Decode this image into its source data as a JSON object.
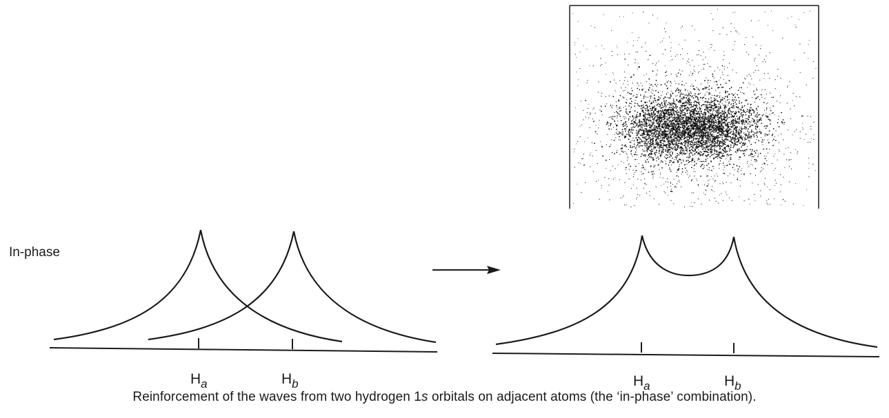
{
  "phase_label": "In-phase",
  "left_panel": {
    "atom_a": {
      "symbol": "H",
      "subscript": "a"
    },
    "atom_b": {
      "symbol": "H",
      "subscript": "b"
    }
  },
  "right_panel": {
    "atom_a": {
      "symbol": "H",
      "subscript": "a"
    },
    "atom_b": {
      "symbol": "H",
      "subscript": "b"
    }
  },
  "caption": {
    "before": "Reinforcement of the waves from two hydrogen 1",
    "italic": "s",
    "after": " orbitals on adjacent atoms (the ‘in-phase’ combination)."
  },
  "colors": {
    "ink": "#1a1a1a",
    "background": "#ffffff"
  }
}
